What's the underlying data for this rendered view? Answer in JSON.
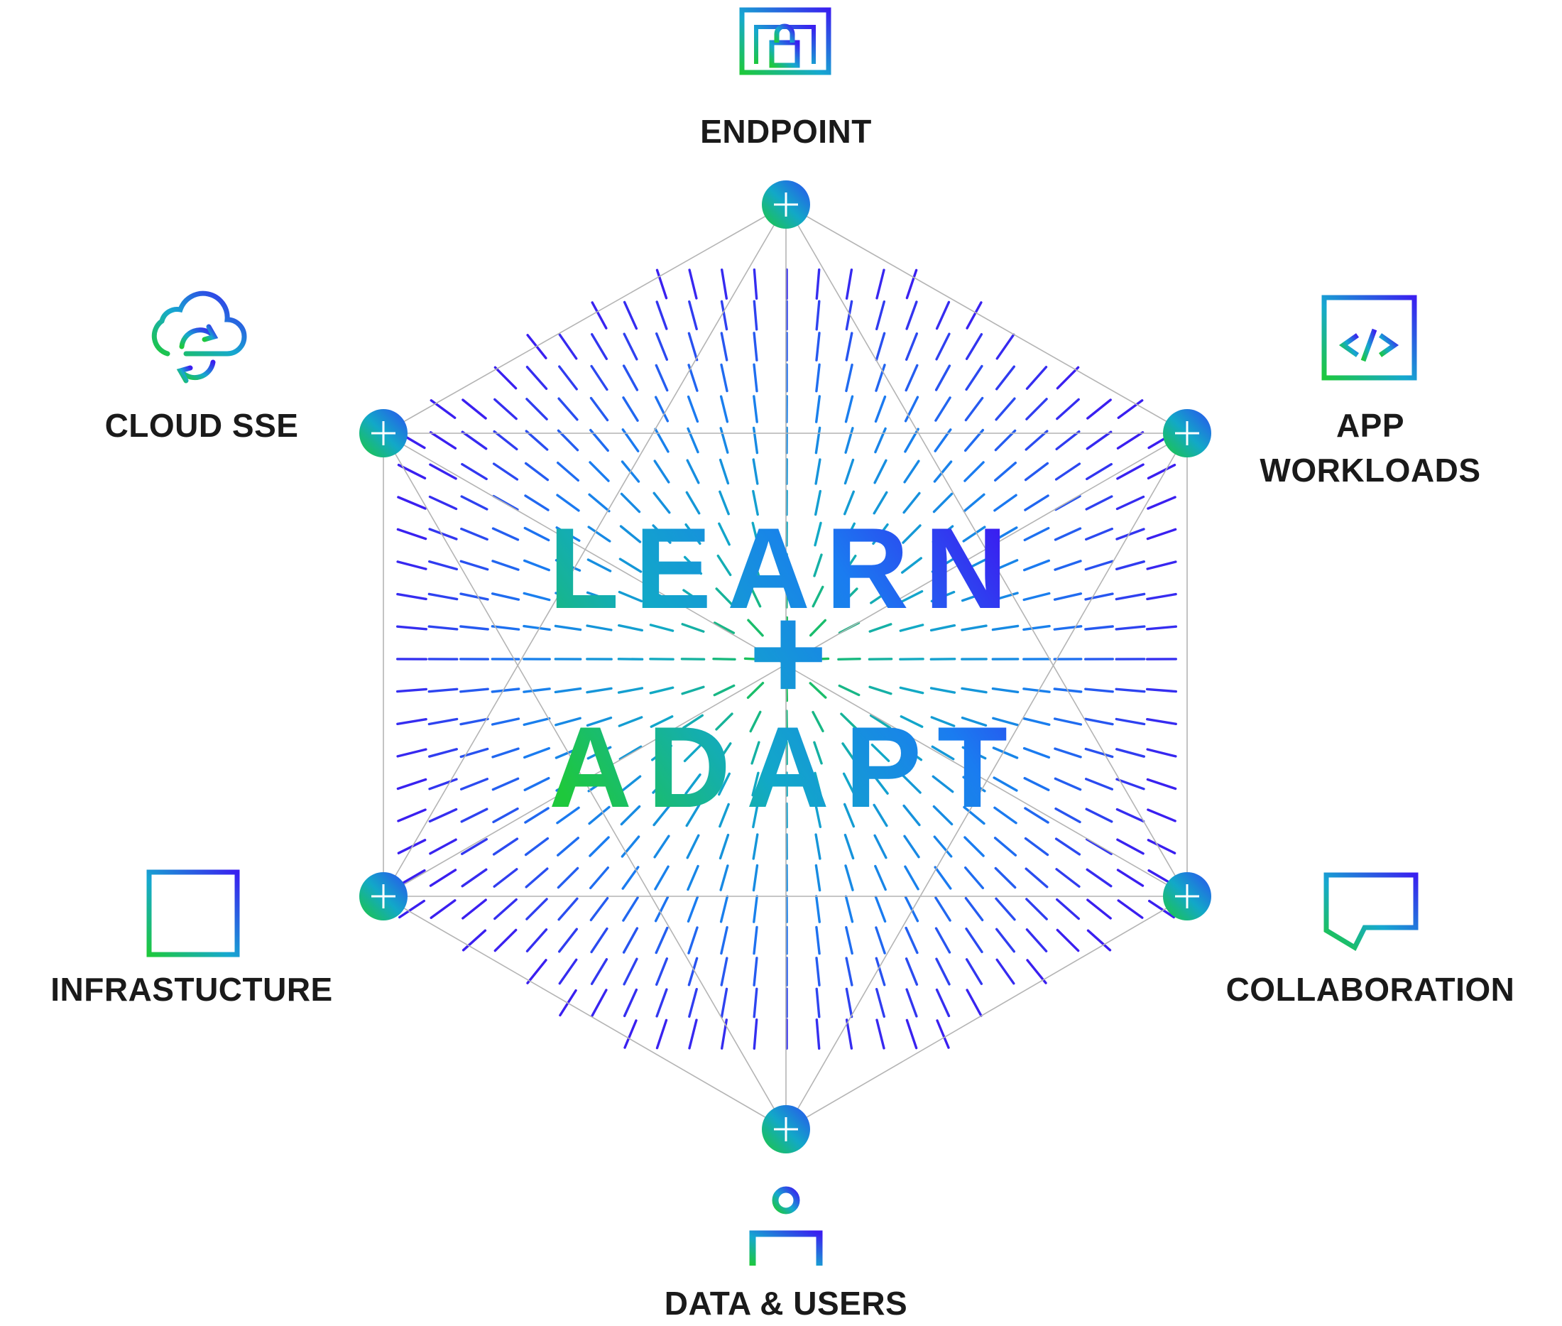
{
  "center": {
    "line1": "LEARN",
    "line2": "+",
    "line3": "ADAPT"
  },
  "nodes": [
    {
      "id": "endpoint",
      "label": [
        "ENDPOINT"
      ],
      "icon": "laptop-lock-icon"
    },
    {
      "id": "app-workloads",
      "label": [
        "APP",
        "WORKLOADS"
      ],
      "icon": "code-window-icon"
    },
    {
      "id": "collaboration",
      "label": [
        "COLLABORATION"
      ],
      "icon": "chat-bubble-icon"
    },
    {
      "id": "data-users",
      "label": [
        "DATA & USERS"
      ],
      "icon": "user-icon"
    },
    {
      "id": "infrastucture",
      "label": [
        "INFRASTUCTURE"
      ],
      "icon": "server-rack-icon"
    },
    {
      "id": "cloud-sse",
      "label": [
        "CLOUD SSE"
      ],
      "icon": "cloud-sync-icon"
    }
  ],
  "colors": {
    "green": "#1ec83c",
    "teal": "#12a8c8",
    "blue": "#1a7cf0",
    "indigo": "#3a1ff0",
    "line": "#b4b4b4",
    "label": "#1a1a1a"
  }
}
